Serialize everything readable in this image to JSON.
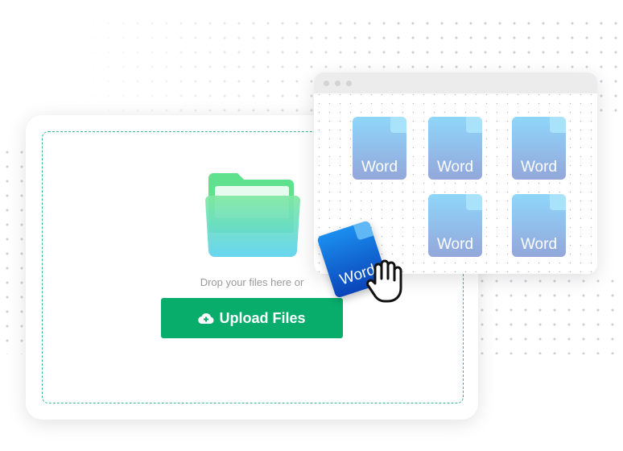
{
  "upload": {
    "drop_text": "Drop your files here or",
    "button_label": "Upload Files"
  },
  "window": {
    "files": [
      "Word",
      "Word",
      "Word",
      "Word",
      "Word"
    ]
  },
  "dragged_file": {
    "label": "Word"
  },
  "colors": {
    "button": "#08ad6c",
    "dashed_border": "#3cb98a",
    "file": "#8fd6fb",
    "dragged_file": "#1b6fe0"
  }
}
